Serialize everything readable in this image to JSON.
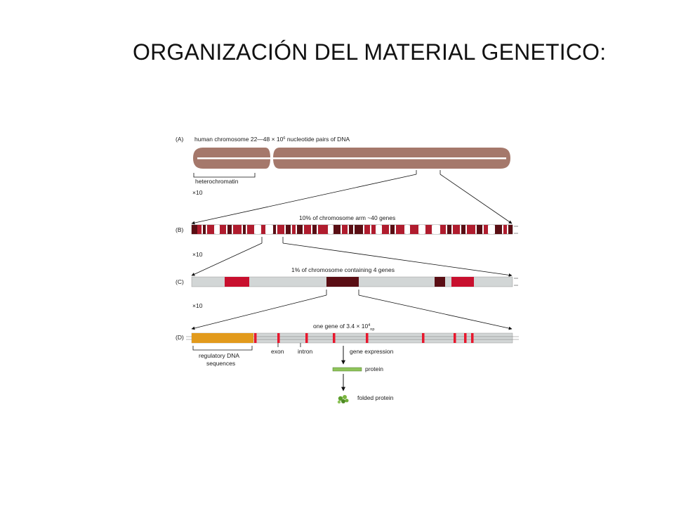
{
  "slide": {
    "title": "ORGANIZACIÓN DEL MATERIAL GENETICO:"
  },
  "figure": {
    "panel_a": {
      "letter": "(A)",
      "caption_main": "human chromosome 22—48 × 10",
      "caption_sup": "6",
      "caption_tail": " nucleotide pairs of DNA",
      "bracket_label": "heterochromatin",
      "zoom_label": "×10"
    },
    "panel_b": {
      "letter": "(B)",
      "caption": "10% of chromosome arm ~40 genes",
      "zoom_label": "×10"
    },
    "panel_c": {
      "letter": "(C)",
      "caption": "1% of chromosome containing 4 genes",
      "zoom_label": "×10"
    },
    "panel_d": {
      "letter": "(D)",
      "caption_main": "one gene of 3.4 × 10",
      "caption_sup": "4",
      "caption_sub": "np",
      "regulatory_label_1": "regulatory DNA",
      "regulatory_label_2": "sequences",
      "exon_label": "exon",
      "intron_label": "intron",
      "gene_expression_label": "gene expression",
      "protein_label": "protein",
      "folded_protein_label": "folded protein"
    },
    "colors": {
      "chromosome": "#a5786b",
      "band_dark_red": "#b01c2e",
      "band_maroon": "#5a0e14",
      "band_red": "#c8102e",
      "track_grey": "#d2d6d6",
      "regulatory_orange": "#e29a1c",
      "exon_red": "#e8172d",
      "protein_green": "#8fc45a",
      "folded_protein_green": "#5c9e2c"
    }
  }
}
